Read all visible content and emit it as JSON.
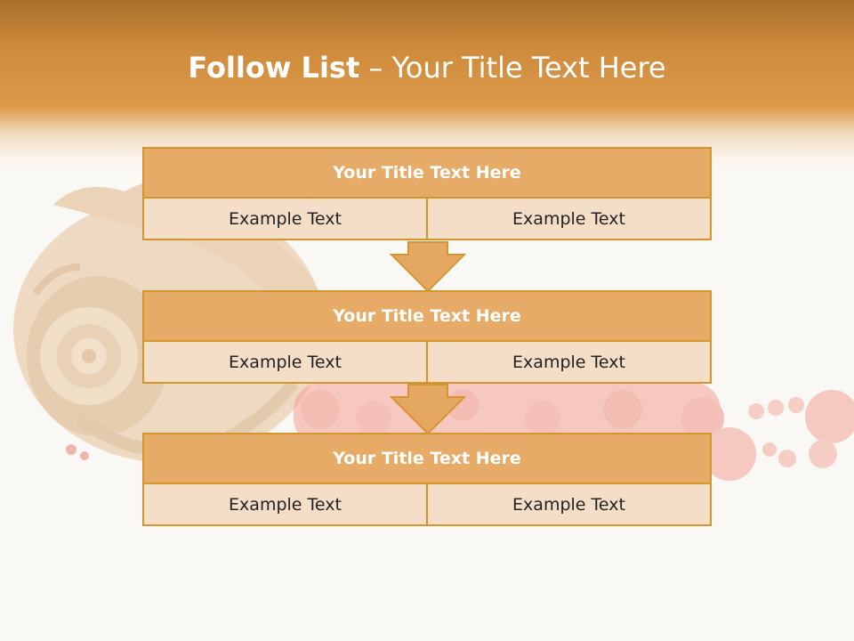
{
  "title": {
    "bold": "Follow List",
    "separator": " – ",
    "rest": "Your Title Text Here"
  },
  "blocks": [
    {
      "title": "Your Title Text Here",
      "left": "Example Text",
      "right": "Example Text"
    },
    {
      "title": "Your Title Text Here",
      "left": "Example Text",
      "right": "Example Text"
    },
    {
      "title": "Your Title Text Here",
      "left": "Example Text",
      "right": "Example Text"
    }
  ],
  "colors": {
    "accent": "#d4952e",
    "title_fill": "#e4a862",
    "cell_fill": "#f5dcc6",
    "header_band": "#cf8b3c"
  },
  "icons": [
    "seashell-illustration",
    "bead-necklace-illustration",
    "down-arrow-icon"
  ]
}
